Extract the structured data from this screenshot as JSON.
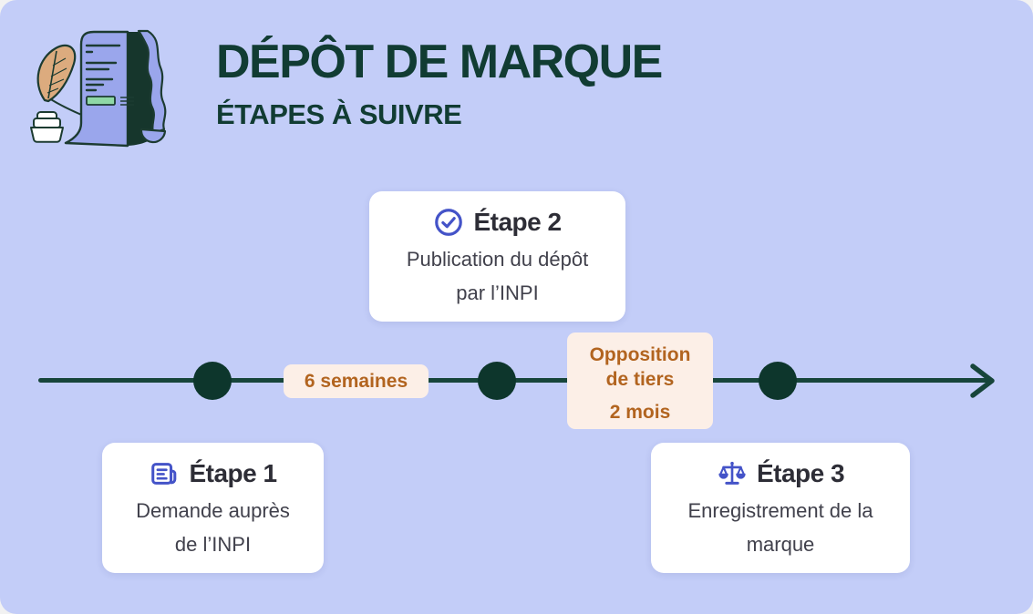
{
  "header": {
    "title": "DÉPÔT DE MARQUE",
    "subtitle": "ÉTAPES À SUIVRE",
    "illustration": "scroll-quill-inkwell"
  },
  "steps": [
    {
      "title": "Étape 1",
      "icon": "document-lines-icon",
      "description": "Demande auprès\nde l’INPI"
    },
    {
      "title": "Étape 2",
      "icon": "check-circle-icon",
      "description": "Publication du dépôt\npar l’INPI"
    },
    {
      "title": "Étape 3",
      "icon": "scales-of-justice-icon",
      "description": "Enregistrement de la\nmarque"
    }
  ],
  "timeline": {
    "intervals": [
      {
        "label": "6 semaines"
      },
      {
        "label": "Opposition\nde tiers",
        "duration": "2 mois"
      }
    ]
  },
  "colors": {
    "background": "#c3cdf8",
    "title_text": "#113c33",
    "timeline": "#17453a",
    "dot": "#0d362c",
    "card_bg": "#ffffff",
    "step_title": "#2d2d36",
    "step_text": "#41414c",
    "accent_icon": "#4453c8",
    "label_bg": "#fcefe7",
    "label_text": "#b2641f"
  }
}
